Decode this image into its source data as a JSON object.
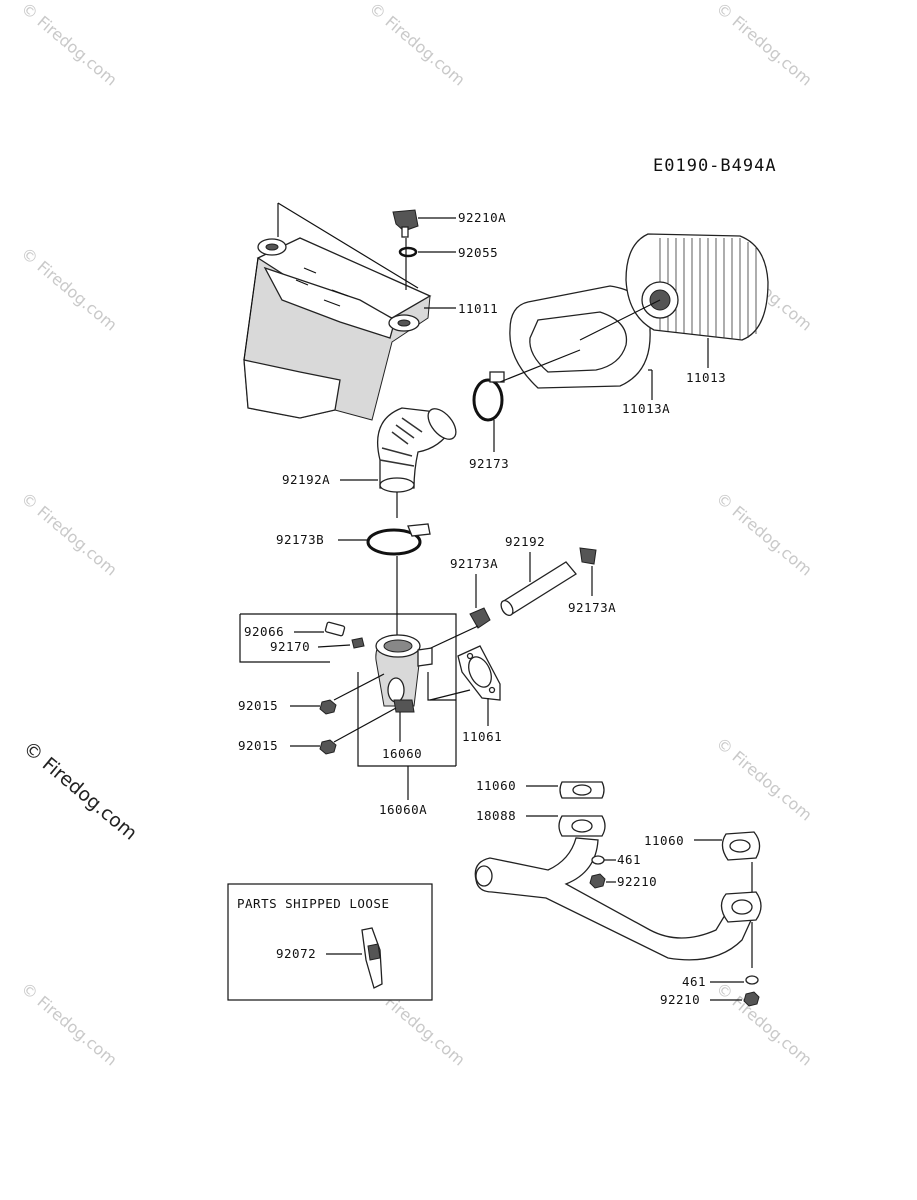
{
  "diagram": {
    "reference_code": "E0190-B494A",
    "loose_box_title": "PARTS SHIPPED LOOSE",
    "watermark": "Firedog.com",
    "labels": {
      "p92210A": "92210A",
      "p92055": "92055",
      "p11011": "11011",
      "p11013": "11013",
      "p11013A": "11013A",
      "p92173": "92173",
      "p92192A": "92192A",
      "p92173B": "92173B",
      "p92192": "92192",
      "p92173A_left": "92173A",
      "p92173A_right": "92173A",
      "p92066": "92066",
      "p92170": "92170",
      "p92015_top": "92015",
      "p92015_bottom": "92015",
      "p16060": "16060",
      "p16060A": "16060A",
      "p11061": "11061",
      "p11060_top": "11060",
      "p11060_right": "11060",
      "p18088": "18088",
      "p461_top": "461",
      "p92210_top": "92210",
      "p461_bottom": "461",
      "p92210_bottom": "92210",
      "p92072": "92072"
    }
  }
}
